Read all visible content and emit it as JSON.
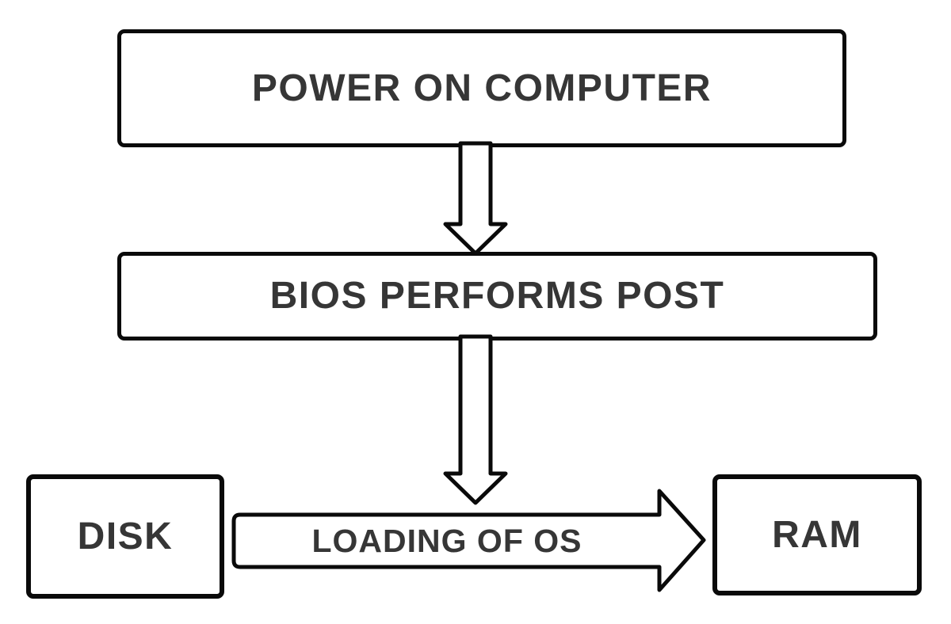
{
  "diagram_type": "flowchart",
  "nodes": {
    "power_on": {
      "label": "POWER ON COMPUTER"
    },
    "bios_post": {
      "label": "BIOS PERFORMS POST"
    },
    "disk": {
      "label": "DISK"
    },
    "ram": {
      "label": "RAM"
    }
  },
  "edges": {
    "power_to_bios": {
      "type": "down-arrow",
      "from": "POWER ON COMPUTER",
      "to": "BIOS PERFORMS POST",
      "label": ""
    },
    "bios_to_loading": {
      "type": "down-arrow",
      "from": "BIOS PERFORMS POST",
      "to": "LOADING OF OS",
      "label": ""
    },
    "disk_to_ram": {
      "type": "right-arrow",
      "from": "DISK",
      "to": "RAM",
      "label": "LOADING OF OS"
    }
  },
  "colors": {
    "background": "#ffffff",
    "box_fill": "#ffffff",
    "stroke": "#0a0a0a",
    "text": "#363636"
  }
}
